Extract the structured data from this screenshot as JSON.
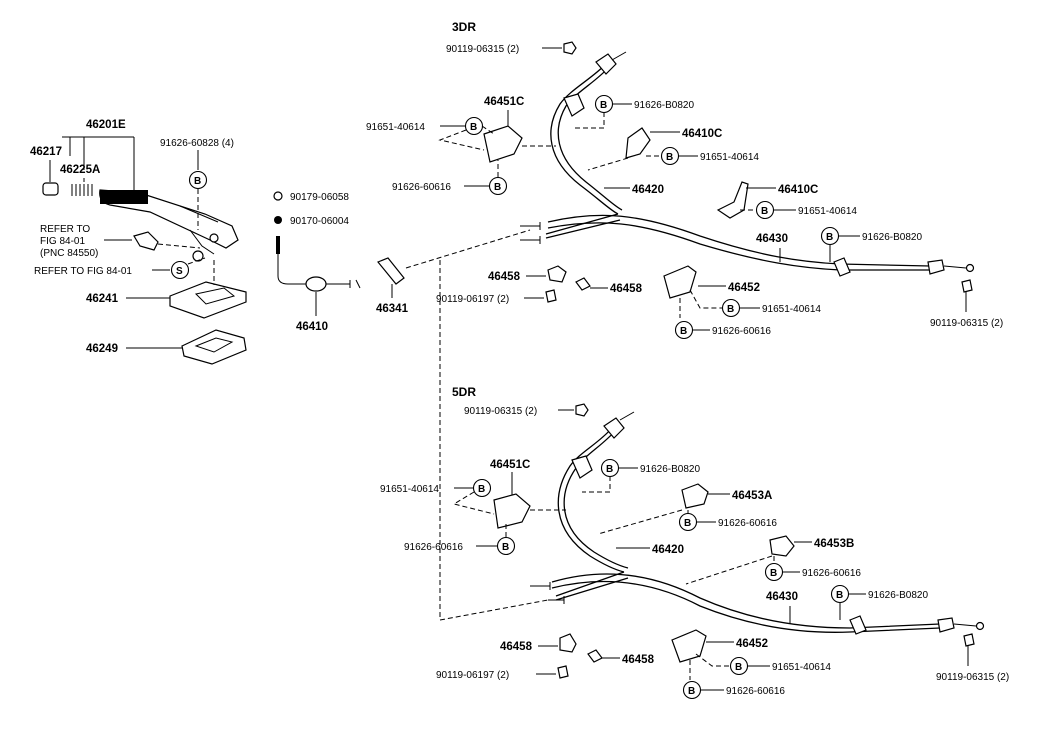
{
  "headers": {
    "top": "3DR",
    "bottom": "5DR"
  },
  "callouts": {
    "b": "B",
    "s": "S"
  },
  "labels": {
    "p46201E": "46201E",
    "p46217": "46217",
    "p46225A": "46225A",
    "refer1a": "REFER TO",
    "refer1b": "FIG 84-01",
    "refer1c": "(PNC 84550)",
    "refer2": "REFER TO FIG 84-01",
    "p46241": "46241",
    "p46249": "46249",
    "b91626_60828": "91626-60828 (4)",
    "n90179": "90179-06058",
    "n90170": "90170-06004",
    "p46410": "46410",
    "p46341": "46341",
    "t_90119_a": "90119-06315 (2)",
    "t_46451C": "46451C",
    "t_91626_B0820_a": "91626-B0820",
    "t_91651_a": "91651-40614",
    "t_46410C_a": "46410C",
    "t_91651_b": "91651-40614",
    "t_91626_60616_a": "91626-60616",
    "t_46420": "46420",
    "t_46410C_b": "46410C",
    "t_91651_c": "91651-40614",
    "t_46430": "46430",
    "t_91626_B0820_b": "91626-B0820",
    "t_46458_a": "46458",
    "t_46458_b": "46458",
    "t_90119_06197": "90119-06197 (2)",
    "t_46452": "46452",
    "t_91651_d": "91651-40614",
    "t_91626_60616_b": "91626-60616",
    "t_90119_b": "90119-06315 (2)",
    "f_90119_a": "90119-06315 (2)",
    "f_46451C": "46451C",
    "f_91626_B0820_a": "91626-B0820",
    "f_91651_a": "91651-40614",
    "f_46453A": "46453A",
    "f_91626_60616_a": "91626-60616",
    "f_91626_60616_b": "91626-60616",
    "f_46420": "46420",
    "f_46453B": "46453B",
    "f_91626_60616_c": "91626-60616",
    "f_46430": "46430",
    "f_91626_B0820_b": "91626-B0820",
    "f_46452": "46452",
    "f_46458_a": "46458",
    "f_46458_b": "46458",
    "f_90119_06197": "90119-06197 (2)",
    "f_91651_b": "91651-40614",
    "f_91626_60616_d": "91626-60616",
    "f_90119_b": "90119-06315 (2)"
  }
}
